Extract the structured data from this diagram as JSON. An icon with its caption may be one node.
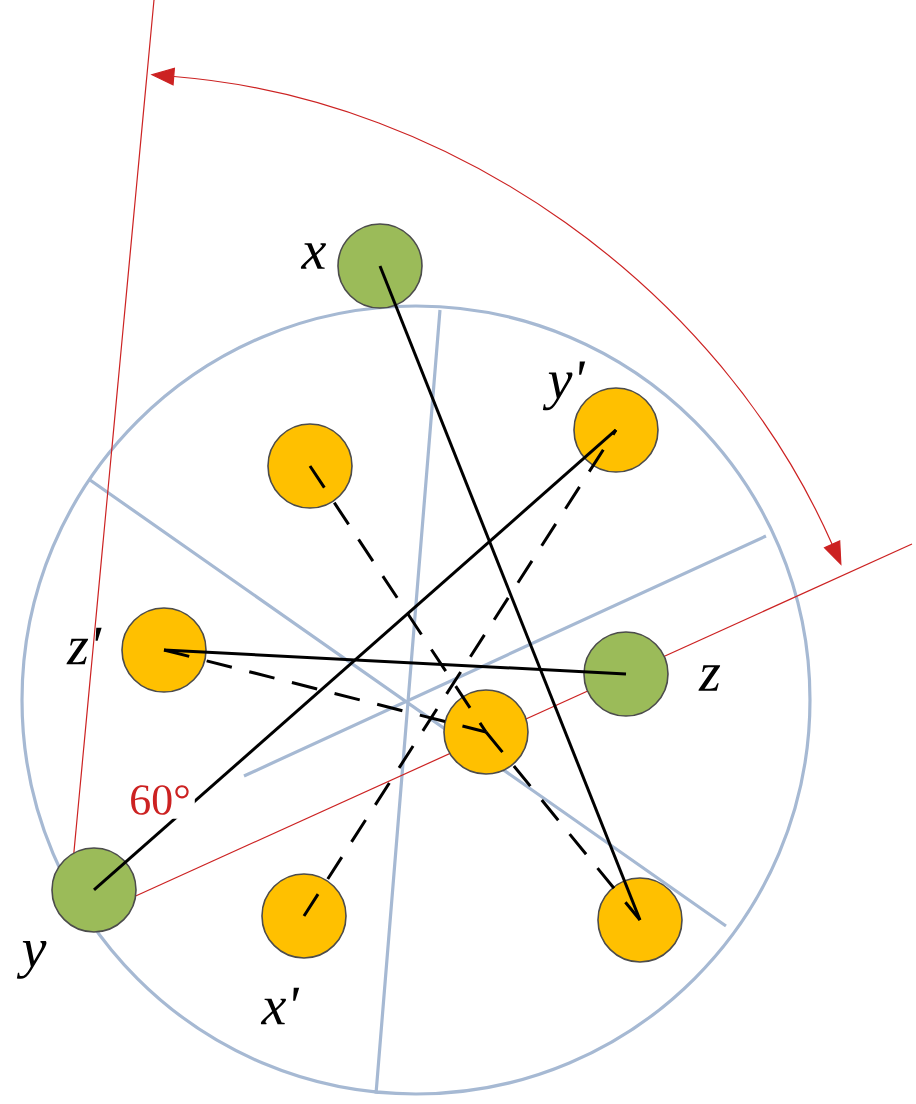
{
  "diagram": {
    "nodes": [
      {
        "text": [],
        "shape": "circle",
        "beside": [
          "x"
        ]
      },
      {
        "text": [],
        "shape": "circle",
        "beside": [
          "y'"
        ]
      },
      {
        "text": [],
        "shape": "circle"
      },
      {
        "text": [],
        "shape": "circle",
        "beside": [
          "z'"
        ]
      },
      {
        "text": [],
        "shape": "circle",
        "beside": [
          "z"
        ]
      },
      {
        "text": [],
        "shape": "circle"
      },
      {
        "text": [],
        "shape": "circle",
        "beside": [
          "y"
        ]
      },
      {
        "text": [],
        "shape": "circle",
        "beside": [
          "x'"
        ]
      },
      {
        "text": [],
        "shape": "circle"
      }
    ],
    "edges": [
      {
        "from": 0,
        "to": 8,
        "arrow": "none"
      },
      {
        "from": 6,
        "to": 1,
        "arrow": "none"
      },
      {
        "from": 3,
        "to": 4,
        "arrow": "none"
      },
      {
        "from": 3,
        "to": 5,
        "arrow": "none",
        "style": "dashed"
      },
      {
        "from": 2,
        "to": 5,
        "arrow": "none",
        "style": "dashed"
      },
      {
        "from": 5,
        "to": 8,
        "arrow": "none",
        "style": "dashed"
      },
      {
        "from": 7,
        "to": 1,
        "arrow": "none",
        "style": "dashed"
      }
    ],
    "labels": [
      "60°"
    ]
  }
}
